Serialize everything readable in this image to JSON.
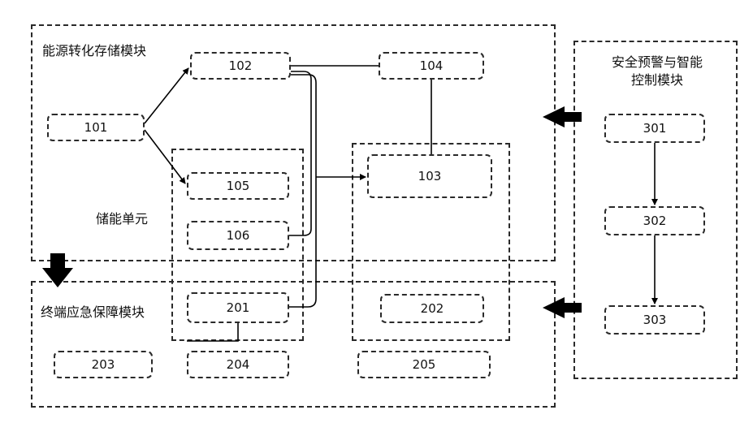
{
  "regions": {
    "energy_module": "能源转化存储模块",
    "emergency_module": "终端应急保障模块",
    "safety_module": "安全预警与智能控制模块",
    "storage_unit": "储能单元"
  },
  "nodes": {
    "n101": "101",
    "n102": "102",
    "n103": "103",
    "n104": "104",
    "n105": "105",
    "n106": "106",
    "n201": "201",
    "n202": "202",
    "n203": "203",
    "n204": "204",
    "n205": "205",
    "n301": "301",
    "n302": "302",
    "n303": "303"
  },
  "colors": {
    "stroke": "#2a2a2a",
    "arrow": "#000000"
  }
}
